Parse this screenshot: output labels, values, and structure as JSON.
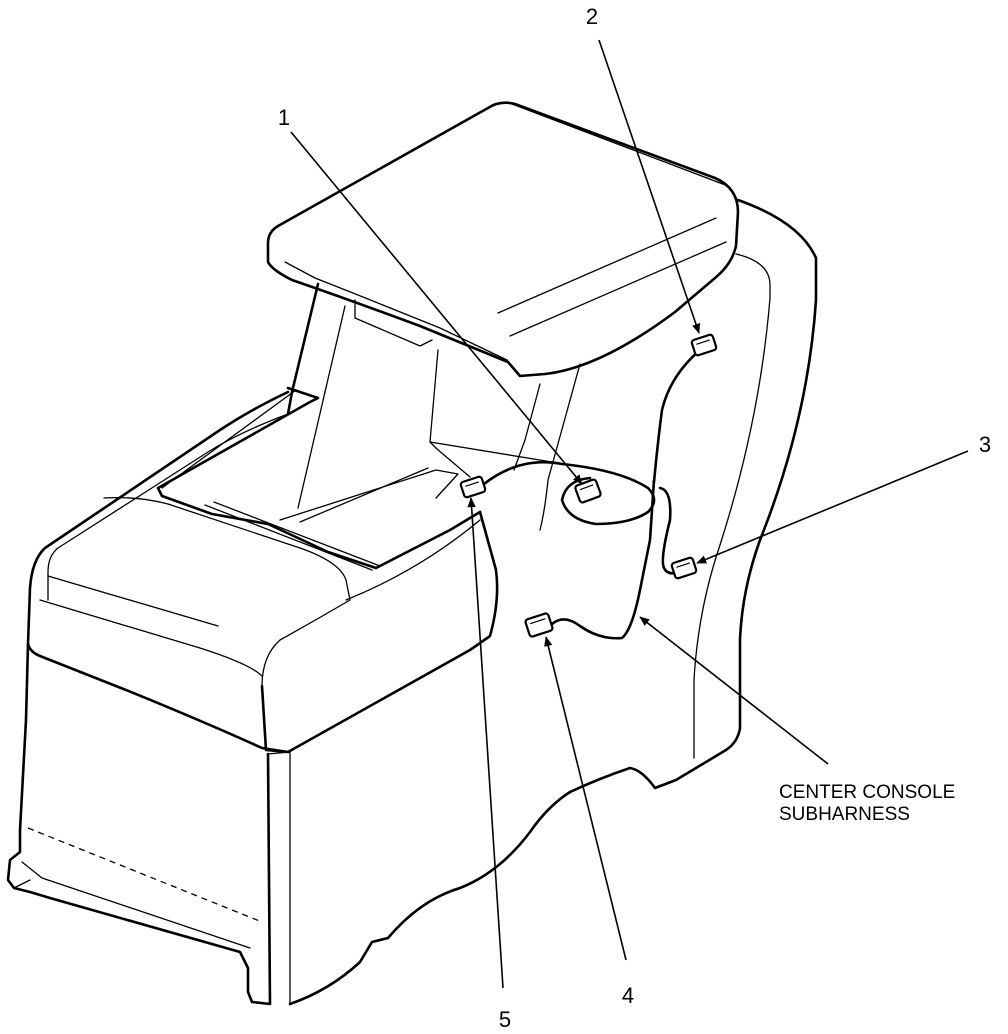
{
  "callouts": {
    "c1": "1",
    "c2": "2",
    "c3": "3",
    "c4": "4",
    "c5": "5"
  },
  "subharness_label": {
    "line1": "CENTER CONSOLE",
    "line2": "SUBHARNESS"
  },
  "colors": {
    "ink": "#000000",
    "background": "#ffffff"
  }
}
